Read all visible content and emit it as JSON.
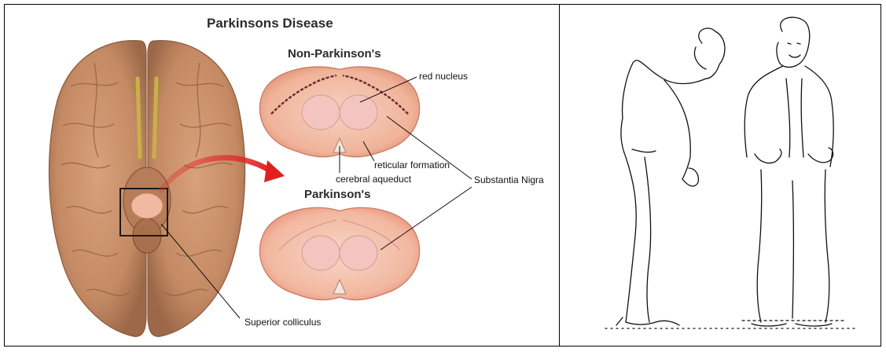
{
  "title": "Parkinsons Disease",
  "panels": {
    "upper_heading": "Non-Parkinson's",
    "lower_heading": "Parkinson's"
  },
  "labels": {
    "red_nucleus": "red nucleus",
    "reticular_formation": "reticular formation",
    "cerebral_aqueduct": "cerebral aqueduct",
    "substantia_nigra": "Substantia Nigra",
    "superior_colliculus": "Superior colliculus"
  },
  "colors": {
    "brain": "#c9906a",
    "midbrain_fill": "#f2b79e",
    "highlight_arrow": "#e02a2a",
    "border": "#000000"
  }
}
